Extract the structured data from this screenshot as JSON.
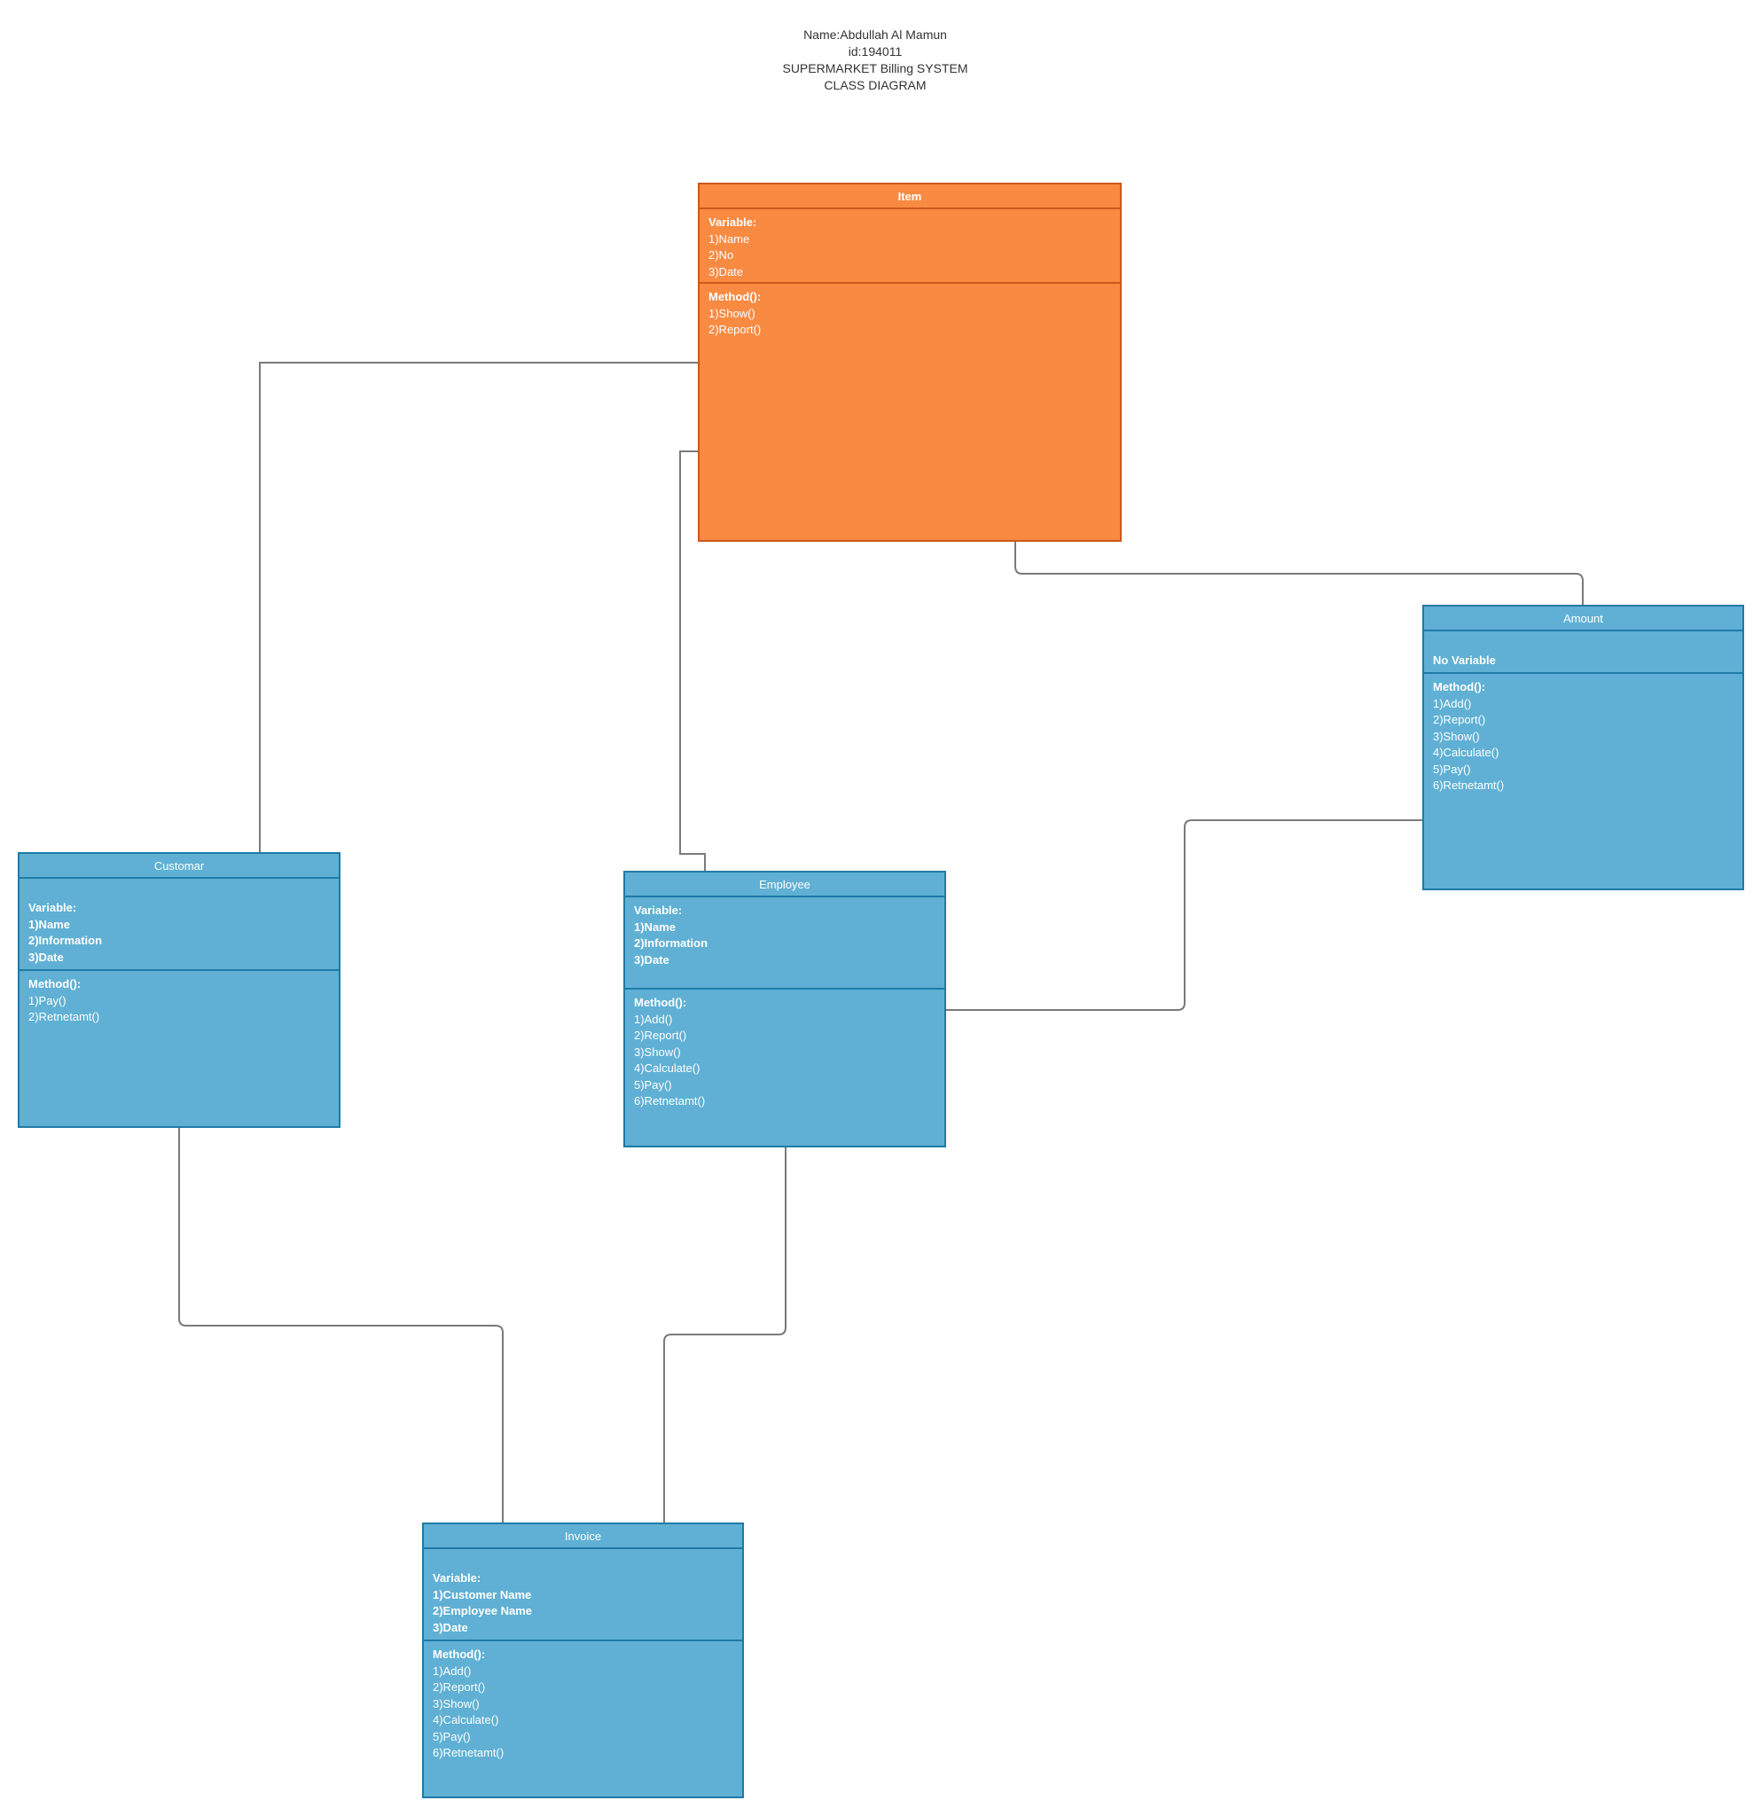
{
  "header": {
    "name_line": "Name:Abdullah Al Mamun",
    "id_line": "id:194011",
    "system_line": "SUPERMARKET Billing  SYSTEM",
    "diagram_line": "CLASS DIAGRAM"
  },
  "classes": {
    "item": {
      "title": "Item",
      "variable_label": "Variable:",
      "variables": [
        "1)Name",
        "2)No",
        "3)Date"
      ],
      "method_label": "Method():",
      "methods": [
        "1)Show()",
        "2)Report()"
      ]
    },
    "amount": {
      "title": "Amount",
      "variable_label": "No Variable",
      "method_label": "Method():",
      "methods": [
        "1)Add()",
        "2)Report()",
        "3)Show()",
        "4)Calculate()",
        "5)Pay()",
        "6)Retnetamt()"
      ]
    },
    "customar": {
      "title": "Customar",
      "variable_label": "Variable:",
      "variables": [
        "1)Name",
        "2)Information",
        "3)Date"
      ],
      "method_label": "Method():",
      "methods": [
        "1)Pay()",
        "2)Retnetamt()"
      ]
    },
    "employee": {
      "title": "Employee",
      "variable_label": "Variable:",
      "variables": [
        "1)Name",
        "2)Information",
        "3)Date"
      ],
      "method_label": "Method():",
      "methods": [
        "1)Add()",
        "2)Report()",
        "3)Show()",
        "4)Calculate()",
        "5)Pay()",
        "6)Retnetamt()"
      ]
    },
    "invoice": {
      "title": "Invoice",
      "variable_label": "Variable:",
      "variables": [
        "1)Customer Name",
        "2)Employee Name",
        "3)Date"
      ],
      "method_label": "Method():",
      "methods": [
        "1)Add()",
        "2)Report()",
        "3)Show()",
        "4)Calculate()",
        "5)Pay()",
        "6)Retnetamt()"
      ]
    }
  },
  "colors": {
    "class_fill_blue": "#5fb0d4",
    "class_fill_orange": "#f98a42",
    "connector": "#777777"
  }
}
